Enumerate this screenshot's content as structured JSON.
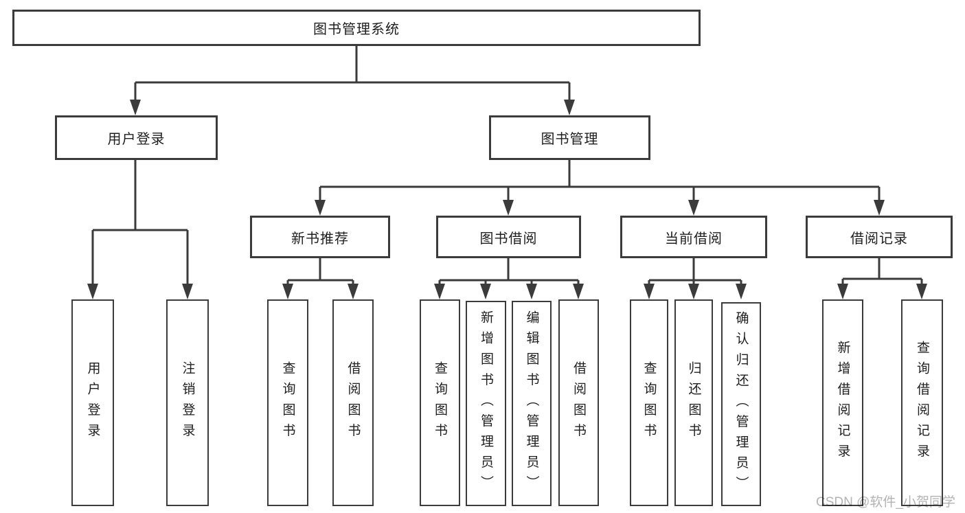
{
  "tree": {
    "root": {
      "label": "图书管理系统"
    },
    "branches": [
      {
        "label": "用户登录",
        "children": [
          {
            "label": "用户登录"
          },
          {
            "label": "注销登录"
          }
        ]
      },
      {
        "label": "图书管理",
        "children": [
          {
            "label": "新书推荐",
            "children": [
              {
                "label": "查询图书"
              },
              {
                "label": "借阅图书"
              }
            ]
          },
          {
            "label": "图书借阅",
            "children": [
              {
                "label": "查询图书"
              },
              {
                "label": "新增图书（管理员）"
              },
              {
                "label": "编辑图书（管理员）"
              },
              {
                "label": "借阅图书"
              }
            ]
          },
          {
            "label": "当前借阅",
            "children": [
              {
                "label": "查询图书"
              },
              {
                "label": "归还图书"
              },
              {
                "label": "确认归还（管理员）"
              }
            ]
          },
          {
            "label": "借阅记录",
            "children": [
              {
                "label": "新增借阅记录"
              },
              {
                "label": "查询借阅记录"
              }
            ]
          }
        ]
      }
    ]
  },
  "watermark": "CSDN @软件_小贺同学",
  "colors": {
    "line": "#3b3b3b",
    "text": "#1e1e1e",
    "background": "#ffffff",
    "watermark": "#b3b3b3"
  }
}
